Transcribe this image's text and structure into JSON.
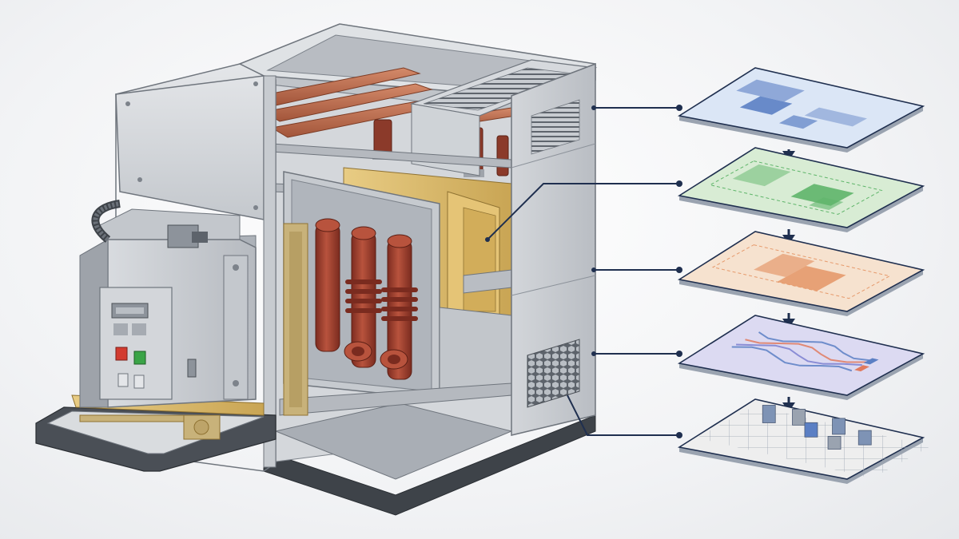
{
  "figure": {
    "subject": "switchgear-cabinet-cutaway",
    "components": [
      {
        "name": "roof-vent"
      },
      {
        "name": "busbar-compartment"
      },
      {
        "name": "insulating-barrier"
      },
      {
        "name": "side-ventilation-grille"
      },
      {
        "name": "withdrawable-circuit-breaker"
      },
      {
        "name": "contact-insulators"
      },
      {
        "name": "breaker-truck-rails"
      }
    ],
    "layers": [
      {
        "name": "layer-1",
        "tint": "#dbe6f6",
        "edge": "#1f2f4f",
        "accent": "#5b7fc4"
      },
      {
        "name": "layer-2",
        "tint": "#d8ecd4",
        "edge": "#1f2f4f",
        "accent": "#5fb56a"
      },
      {
        "name": "layer-3",
        "tint": "#f6e2cf",
        "edge": "#1f2f4f",
        "accent": "#e69a6c"
      },
      {
        "name": "layer-4",
        "tint": "#dcdaf2",
        "edge": "#1f2f4f",
        "accent": "#7b7fd0"
      },
      {
        "name": "layer-5",
        "tint": "#eeeeee",
        "edge": "#1f2f4f",
        "accent": "#7e93b5"
      }
    ],
    "colors": {
      "leader": "#1f2f4f",
      "steel": "#c9ccd1",
      "steel_dark": "#8d939b",
      "copper": "#b76a4b",
      "insulator": "#9b3d2c",
      "barrier": "#d9b869",
      "brass": "#c8b27a",
      "button_red": "#d23b2f",
      "button_green": "#3aa447"
    }
  }
}
